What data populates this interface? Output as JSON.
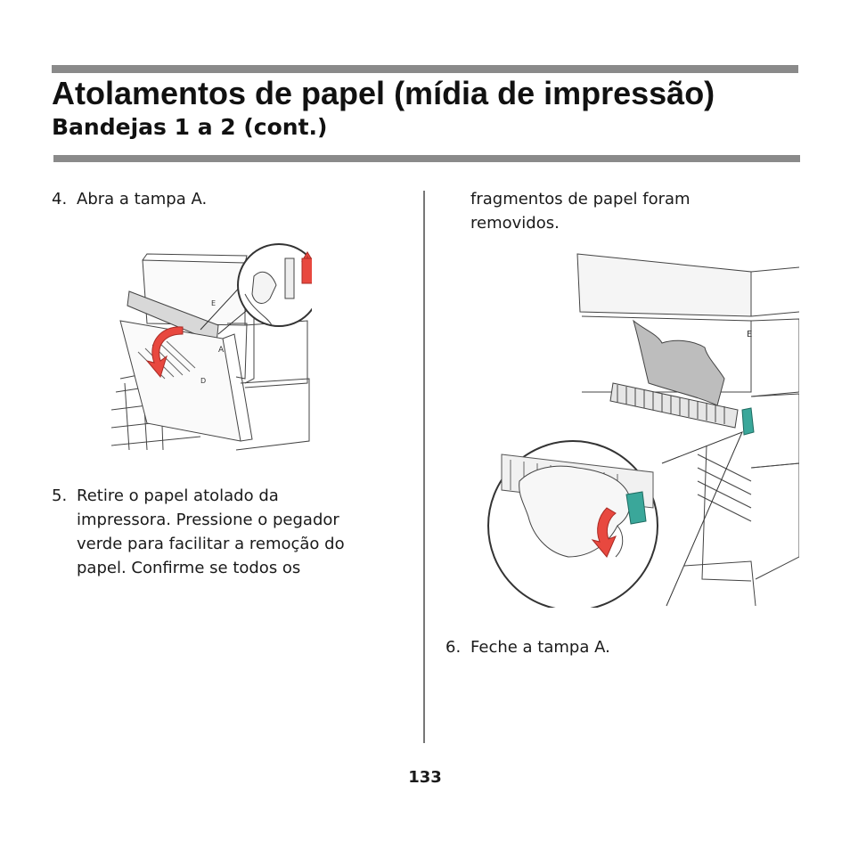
{
  "header": {
    "title": "Atolamentos de papel (mídia de impressão)",
    "subtitle": "Bandejas 1 a 2 (cont.)"
  },
  "steps": {
    "step4": {
      "number": "4.",
      "text": "Abra a tampa A."
    },
    "step5": {
      "number": "5.",
      "lines": [
        "Retire o papel atolado da",
        "impressora. Pressione o pegador",
        "verde para facilitar a remoção do",
        "papel. Confirme se todos os"
      ],
      "continued_lines": [
        "fragmentos de papel foram",
        "removidos."
      ]
    },
    "step6": {
      "number": "6.",
      "text": "Feche a tampa A."
    }
  },
  "figures": {
    "figure1": {
      "panel_labels": [
        "A",
        "D",
        "E"
      ],
      "arrow_color": "#e8483f"
    },
    "figure2": {
      "panel_labels": [
        "E"
      ],
      "handle_color": "#3aa79a",
      "arrow_color": "#e8483f"
    }
  },
  "footer": {
    "page_number": "133"
  }
}
